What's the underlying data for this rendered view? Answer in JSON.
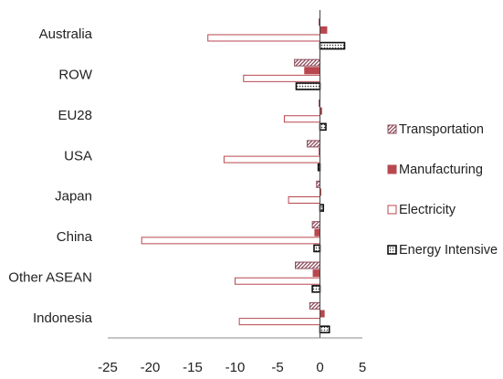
{
  "chart_data": {
    "type": "bar",
    "orientation": "horizontal",
    "title": "",
    "xlabel": "",
    "ylabel": "",
    "xlim": [
      -25,
      5
    ],
    "xticks": [
      "-25",
      "-20",
      "-15",
      "-10",
      "-5",
      "0",
      "5"
    ],
    "grid": false,
    "legend_position": "right",
    "categories": [
      "Australia",
      "ROW",
      "EU28",
      "USA",
      "Japan",
      "China",
      "Other ASEAN",
      "Indonesia"
    ],
    "series": [
      {
        "name": "Transportation",
        "pattern": "diagonal-hatch",
        "color": "#8b4a5a",
        "values": [
          -0.1,
          -3.0,
          -0.1,
          -1.5,
          -0.4,
          -0.9,
          -2.9,
          -1.2
        ]
      },
      {
        "name": "Manufacturing",
        "pattern": "solid",
        "color": "#b8474f",
        "values": [
          0.8,
          -1.8,
          0.2,
          -0.1,
          0.1,
          -0.6,
          -0.8,
          0.5
        ]
      },
      {
        "name": "Electricity",
        "pattern": "hollow",
        "color": "#b8474f",
        "values": [
          -13.2,
          -9.0,
          -4.2,
          -11.3,
          -3.7,
          -21.0,
          -10.0,
          -9.5
        ]
      },
      {
        "name": "Energy Intensive",
        "pattern": "dotted-outline",
        "color": "#111111",
        "values": [
          2.9,
          -2.8,
          0.7,
          -0.2,
          0.4,
          -0.7,
          -0.9,
          1.1
        ]
      }
    ]
  }
}
